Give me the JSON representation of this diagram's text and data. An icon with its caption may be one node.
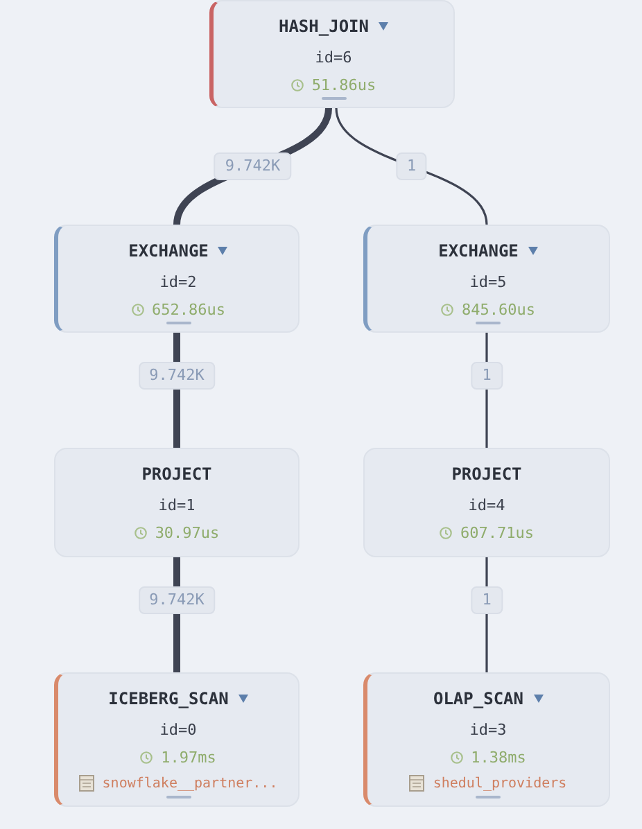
{
  "diagram": {
    "nodes": [
      {
        "text": [
          "HASH_JOIN",
          "id=6",
          "51.86us"
        ]
      },
      {
        "text": [
          "EXCHANGE",
          "id=2",
          "652.86us"
        ]
      },
      {
        "text": [
          "EXCHANGE",
          "id=5",
          "845.60us"
        ]
      },
      {
        "text": [
          "PROJECT",
          "id=1",
          "30.97us"
        ]
      },
      {
        "text": [
          "PROJECT",
          "id=4",
          "607.71us"
        ]
      },
      {
        "text": [
          "ICEBERG_SCAN",
          "id=0",
          "1.97ms",
          "snowflake__partner..."
        ]
      },
      {
        "text": [
          "OLAP_SCAN",
          "id=3",
          "1.38ms",
          "shedul_providers"
        ]
      }
    ],
    "edges": [
      {
        "from": 0,
        "to": 1,
        "arrow": "none",
        "label": "9.742K",
        "style": "thick"
      },
      {
        "from": 0,
        "to": 2,
        "arrow": "none",
        "label": "1"
      },
      {
        "from": 1,
        "to": 3,
        "arrow": "none",
        "label": "9.742K",
        "style": "thick"
      },
      {
        "from": 2,
        "to": 4,
        "arrow": "none",
        "label": "1"
      },
      {
        "from": 3,
        "to": 5,
        "arrow": "none",
        "label": "9.742K",
        "style": "thick"
      },
      {
        "from": 4,
        "to": 6,
        "arrow": "none",
        "label": "1"
      }
    ]
  }
}
